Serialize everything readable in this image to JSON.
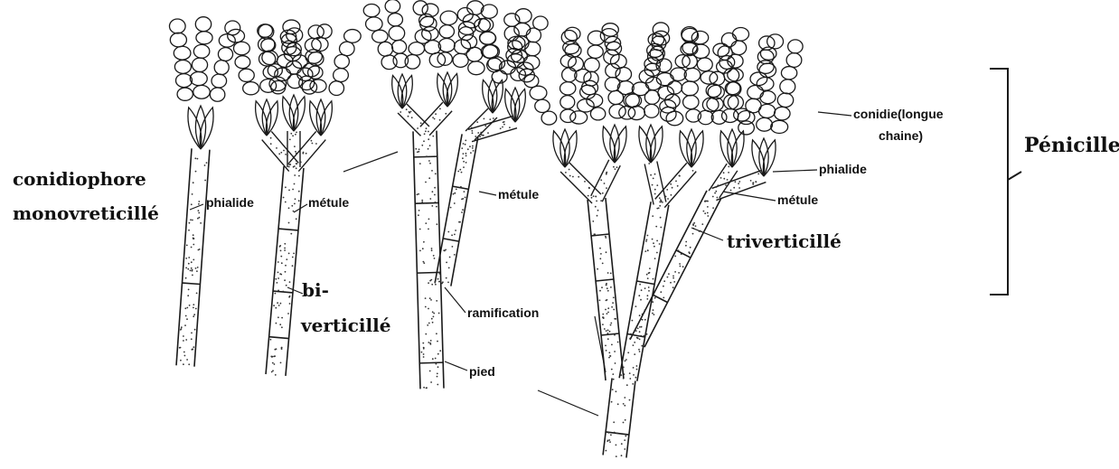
{
  "labels": {
    "conidiophore": "conidiophore",
    "monoverticille": "monovreticillé",
    "phialide_left": "phialide",
    "metule_left": "métule",
    "bi": "bi-",
    "verticille": "verticillé",
    "metule_mid": "métule",
    "ramification": "ramification",
    "pied": "pied",
    "conidie_line1": "conidie(longue",
    "conidie_line2": "chaine)",
    "phialide_right": "phialide",
    "metule_right": "métule",
    "triverticille": "triverticillé",
    "penicille": "Pénicille"
  },
  "colors": {
    "ink": "#1a1a1a",
    "background": "#ffffff"
  }
}
